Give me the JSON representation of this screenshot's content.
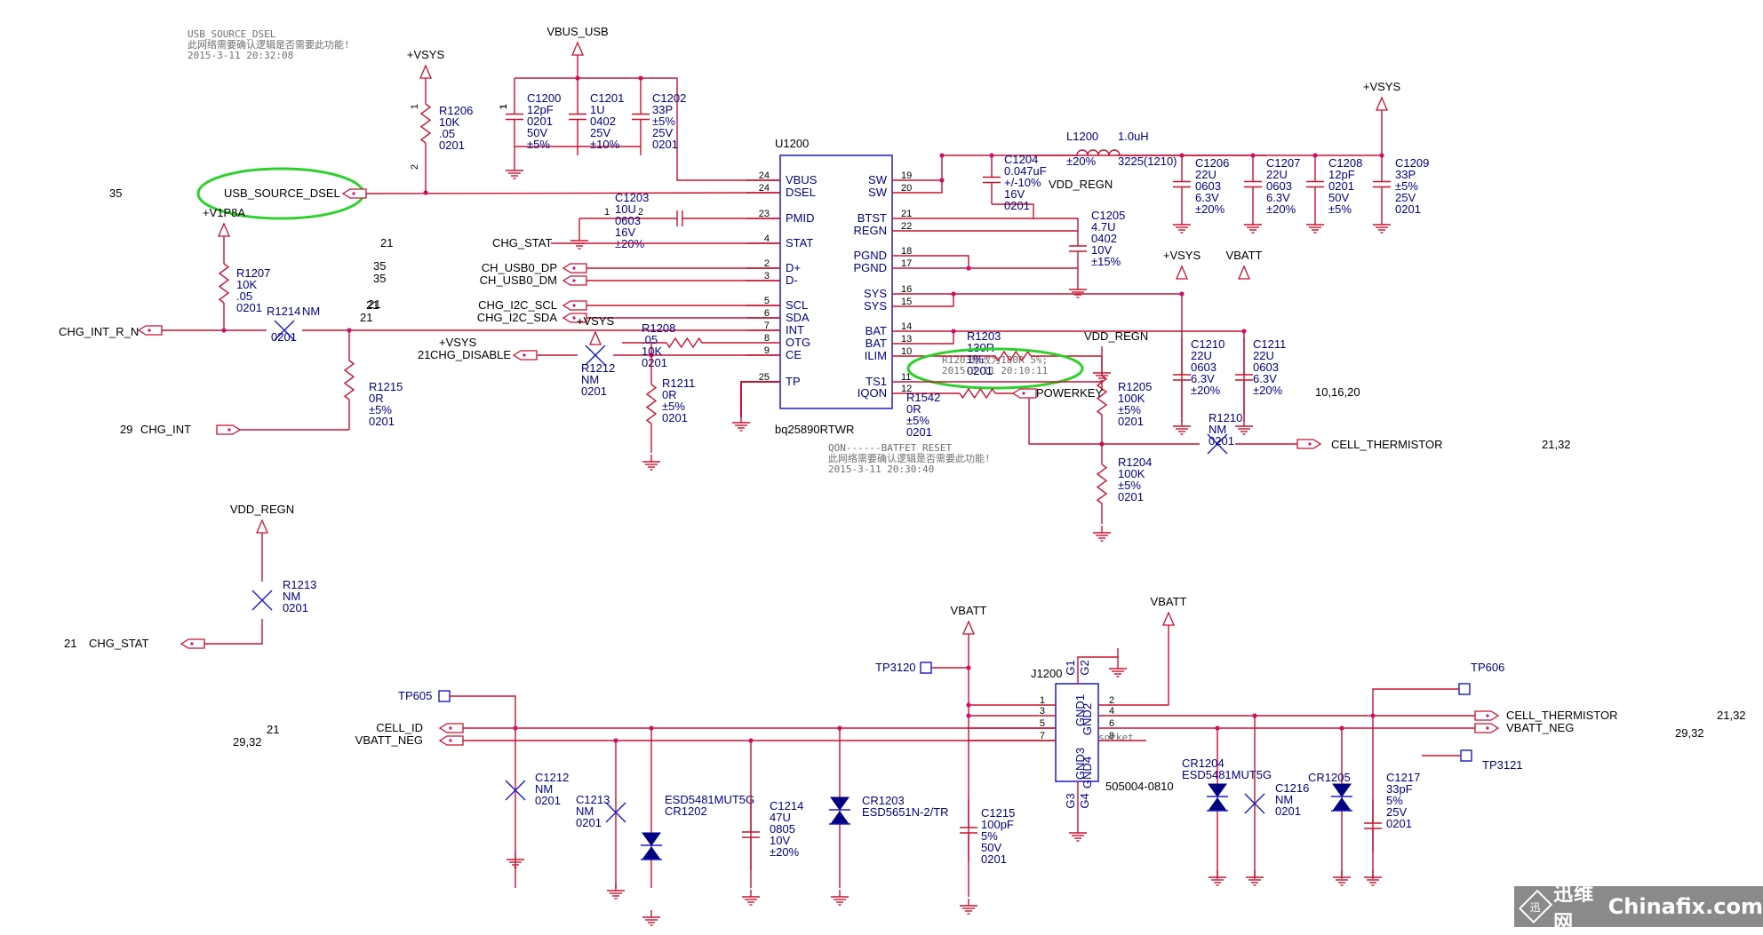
{
  "notes": {
    "top_left": [
      "USB_SOURCE_DSEL",
      "此网络需要确认逻辑是否需要此功能!",
      "2015-3-11 20:32:08"
    ],
    "middle": [
      "QON------BATFET_RESET",
      "此网络需要确认逻辑是否需要此功能!",
      "2015-3-11 20:30:40"
    ],
    "r1203": [
      "R1203修改为180R 5%;",
      "2015-3-11 20:10:11"
    ]
  },
  "rails": {
    "vsys": "+VSYS",
    "vbus_usb": "VBUS_USB",
    "v1p8a": "+V1P8A",
    "vdd_regn": "VDD_REGN",
    "vbatt": "VBATT"
  },
  "ic": {
    "ref": "U1200",
    "part": "bq25890RTWR",
    "left_pins": [
      [
        "24",
        "VBUS"
      ],
      [
        "24",
        "DSEL"
      ],
      [
        "23",
        "PMID"
      ],
      [
        "4",
        "STAT"
      ],
      [
        "2",
        "D+"
      ],
      [
        "3",
        "D-"
      ],
      [
        "5",
        "SCL"
      ],
      [
        "6",
        "SDA"
      ],
      [
        "7",
        "INT"
      ],
      [
        "8",
        "OTG"
      ],
      [
        "9",
        "CE"
      ],
      [
        "25",
        "TP"
      ]
    ],
    "right_pins": [
      [
        "19",
        "SW"
      ],
      [
        "20",
        "SW"
      ],
      [
        "21",
        "BTST"
      ],
      [
        "22",
        "REGN"
      ],
      [
        "18",
        "PGND"
      ],
      [
        "17",
        "PGND"
      ],
      [
        "16",
        "SYS"
      ],
      [
        "15",
        "SYS"
      ],
      [
        "14",
        "BAT"
      ],
      [
        "13",
        "BAT"
      ],
      [
        "10",
        "ILIM"
      ],
      [
        "11",
        "TS1"
      ],
      [
        "12",
        "IQON"
      ]
    ]
  },
  "connector": {
    "ref": "J1200",
    "part": "505004-0810",
    "socket": "socket",
    "gnd_labels": [
      "GND1",
      "GND2",
      "GND3",
      "GND4"
    ],
    "g_labels": [
      "G1",
      "G2",
      "G3",
      "G4"
    ]
  },
  "nets": {
    "usb_source_dsel": "USB_SOURCE_DSEL",
    "chg_stat": "CHG_STAT",
    "ch_usb0_dp": "CH_USB0_DP",
    "ch_usb0_dm": "CH_USB0_DM",
    "chg_i2c_scl": "CHG_I2C_SCL",
    "chg_i2c_sda": "CHG_I2C_SDA",
    "chg_int_r_n": "CHG_INT_R_N",
    "chg_disable": "CHG_DISABLE",
    "chg_int": "CHG_INT",
    "powerkey": "POWERKEY",
    "cell_thermistor": "CELL_THERMISTOR",
    "cell_id": "CELL_ID",
    "vbatt_neg": "VBATT_NEG"
  },
  "sheet_refs": {
    "usb_dsel": "35",
    "stat": "21",
    "usb_dp": "35",
    "usb_dm": "35",
    "i2c": "21",
    "int": "21",
    "disable": "21",
    "chg_int": "29",
    "chg_stat": "21",
    "thermistor": "21,32",
    "regn": "10,16,20",
    "cell_id": "21",
    "vbatt_neg": "29,32",
    "cell_therm2": "21,32",
    "vbatt_neg2": "29,32"
  },
  "components": {
    "R1206": [
      "R1206",
      "10K",
      ".05",
      "0201"
    ],
    "C1200": [
      "C1200",
      "12pF",
      "0201",
      "50V",
      "±5%"
    ],
    "C1201": [
      "C1201",
      "1U",
      "0402",
      "25V",
      "±10%"
    ],
    "C1202": [
      "C1202",
      "33P",
      "±5%",
      "25V",
      "0201"
    ],
    "C1203": [
      "C1203",
      "10U",
      "0603",
      "16V",
      "±20%"
    ],
    "C1204": [
      "C1204",
      "0.047uF",
      "+/-10%",
      "16V",
      "0201"
    ],
    "L1200": [
      "L1200",
      "1.0uH",
      "±20%",
      "3225(1210)"
    ],
    "C1205": [
      "C1205",
      "4.7U",
      "0402",
      "10V",
      "±15%"
    ],
    "C1206": [
      "C1206",
      "22U",
      "0603",
      "6.3V",
      "±20%"
    ],
    "C1207": [
      "C1207",
      "22U",
      "0603",
      "6.3V",
      "±20%"
    ],
    "C1208": [
      "C1208",
      "12pF",
      "0201",
      "50V",
      "±5%"
    ],
    "C1209": [
      "C1209",
      "33P",
      "±5%",
      "25V",
      "0201"
    ],
    "R1207": [
      "R1207",
      "10K",
      ".05",
      "0201"
    ],
    "R1214": [
      "R1214",
      "NM",
      "0201"
    ],
    "R1215": [
      "R1215",
      "0R",
      "±5%",
      "0201"
    ],
    "R1212": [
      "R1212",
      "NM",
      "0201"
    ],
    "R1208": [
      "R1208",
      ".05",
      "10K",
      "0201"
    ],
    "R1211": [
      "R1211",
      "0R",
      "±5%",
      "0201"
    ],
    "R1203": [
      "R1203",
      "130R",
      "1%",
      "0201"
    ],
    "R1542": [
      "R1542",
      "0R",
      "±5%",
      "0201"
    ],
    "R1205": [
      "R1205",
      "100K",
      "±5%",
      "0201"
    ],
    "R1204": [
      "R1204",
      "100K",
      "±5%",
      "0201"
    ],
    "C1210": [
      "C1210",
      "22U",
      "0603",
      "6.3V",
      "±20%"
    ],
    "C1211": [
      "C1211",
      "22U",
      "0603",
      "6.3V",
      "±20%"
    ],
    "R1210": [
      "R1210",
      "NM",
      "0201"
    ],
    "R1213": [
      "R1213",
      "NM",
      "0201"
    ],
    "TP3120": [
      "TP3120"
    ],
    "TP605": [
      "TP605"
    ],
    "TP606": [
      "TP606"
    ],
    "TP3121": [
      "TP3121"
    ],
    "C1212": [
      "C1212",
      "NM",
      "0201"
    ],
    "C1213": [
      "C1213",
      "NM",
      "0201"
    ],
    "CR1202": [
      "ESD5481MUT5G",
      "CR1202"
    ],
    "C1214": [
      "C1214",
      "47U",
      "0805",
      "10V",
      "±20%"
    ],
    "CR1203": [
      "CR1203",
      "ESD5651N-2/TR"
    ],
    "C1215": [
      "C1215",
      "100pF",
      "5%",
      "50V",
      "0201"
    ],
    "CR1204": [
      "CR1204",
      "ESD5481MUT5G"
    ],
    "C1216": [
      "C1216",
      "NM",
      "0201"
    ],
    "CR1205": [
      "CR1205"
    ],
    "C1217": [
      "C1217",
      "33pF",
      "5%",
      "25V",
      "0201"
    ]
  },
  "watermark": {
    "logo": "迅",
    "cn": "迅维网",
    "en": "Chinafix.com"
  }
}
